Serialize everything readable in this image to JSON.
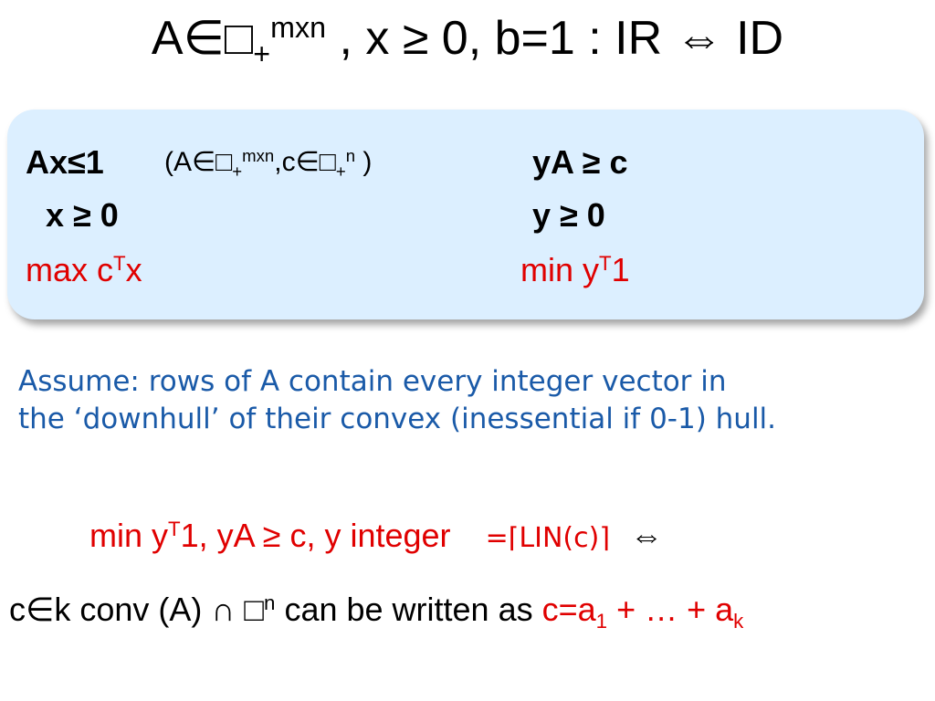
{
  "slide": {
    "title": {
      "t1": "A∈□",
      "t1_sub": "+",
      "t1_sup": "mxn",
      "t2": " , x ≥ 0, b=1 :  IR ⇔  ID"
    },
    "primal": {
      "constraint": "Ax≤1",
      "domain_p1": "(A∈□",
      "domain_sub1": "+",
      "domain_sup1": "mxn",
      "domain_p2": ",c∈□",
      "domain_sub2": "+",
      "domain_sup2": "n",
      "domain_p3": " )",
      "nonneg": "x ≥ 0",
      "objective_prefix": "max  c",
      "objective_sup": "T",
      "objective_suffix": "x"
    },
    "dual": {
      "constraint": "yA ≥ c",
      "nonneg": "y ≥ 0",
      "objective_prefix": "min y",
      "objective_sup": "T",
      "objective_suffix": "1"
    },
    "assumption_line1": "Assume: rows of A  contain every integer vector in",
    "assumption_line2": "the ‘downhull’ of their convex (inessential if 0-1) hull.",
    "integer_program": {
      "prefix": "min  y",
      "sup": "T",
      "mid": "1,  yA ≥ c, y integer",
      "equals": "=",
      "lin": "⌈LIN(c)⌉",
      "iff": "⇔"
    },
    "bottom_line": {
      "p1": "c∈k conv (A) ∩ □",
      "sup": "n",
      "p2": " can be written as ",
      "red1": "c=a",
      "sub1": "1",
      "red2": " + … + a",
      "sub2": "k"
    }
  },
  "colors": {
    "box_fill": "#dcefff",
    "red": "#e00000",
    "blue": "#1a5aa8"
  }
}
